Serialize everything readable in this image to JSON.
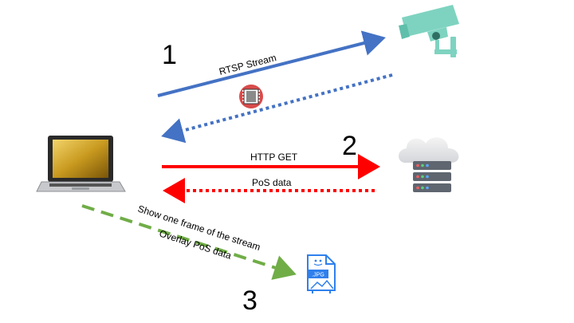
{
  "steps": {
    "step1": "1",
    "step2": "2",
    "step3": "3"
  },
  "labels": {
    "rtsp_stream": "RTSP Stream",
    "http_get": "HTTP GET",
    "pos_data": "PoS data",
    "show_frame": "Show one frame of the stream",
    "overlay_pos": "Overlay PoS data",
    "jpg_tag": ".JPG"
  },
  "colors": {
    "rtsp_arrow": "#4472C4",
    "http_arrow": "#FF0000",
    "frame_arrow": "#70AD47",
    "camera": "#7ED3C0",
    "server": "#6B7280",
    "jpg_icon": "#2F80ED"
  },
  "icons": {
    "laptop": "laptop-icon",
    "camera": "security-camera-icon",
    "server": "cloud-server-icon",
    "film": "film-reel-icon",
    "jpg": "jpg-file-icon"
  }
}
